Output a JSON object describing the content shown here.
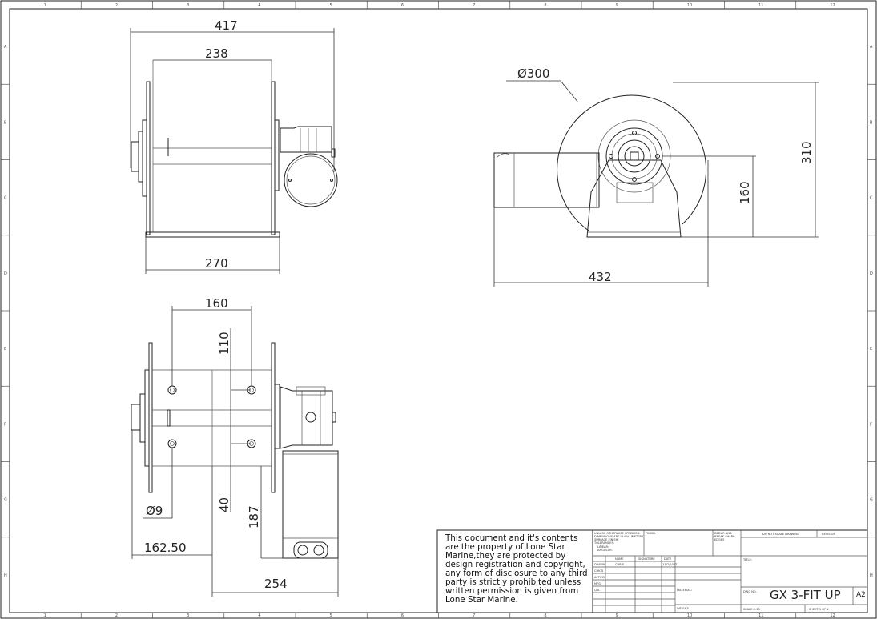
{
  "border": {
    "columns": [
      "1",
      "2",
      "3",
      "4",
      "5",
      "6",
      "7",
      "8",
      "9",
      "10",
      "11",
      "12"
    ],
    "rows": [
      "A",
      "B",
      "C",
      "D",
      "E",
      "F",
      "G",
      "H"
    ]
  },
  "dimensions": {
    "front_overall_width": "417",
    "front_drum_width": "238",
    "front_base_width": "270",
    "side_drum_diameter": "Ø300",
    "side_overall_height": "310",
    "side_shaft_height": "160",
    "side_overall_length": "432",
    "top_hole_spacing_x": "160",
    "top_hole_spacing_y": "110",
    "top_offset_40": "40",
    "top_motor_offset": "187",
    "top_hole_diameter": "Ø9",
    "top_offset_162": "162.50",
    "top_motor_length": "254"
  },
  "note": "This document and it's contents are the property of Lone Star Marine,they are protected by design registration and copyright, any form of disclosure to any third party is strictly prohibited unless written permission is given from Lone Star Marine.",
  "title_block": {
    "unless": "UNLESS OTHERWISE SPECIFIED:",
    "dims_mm": "DIMENSIONS ARE IN MILLIMETERS",
    "surface": "SURFACE FINISH:",
    "tolerances": "TOLERANCES:",
    "linear": "LINEAR:",
    "angular": "ANGULAR:",
    "finish": "FINISH:",
    "debur": "DEBUR AND",
    "break": "BREAK SHARP",
    "edges": "EDGES",
    "do_not_scale": "DO NOT SCALE DRAWING",
    "revision": "REVISION",
    "name": "NAME",
    "signature": "SIGNATURE",
    "date": "DATE",
    "drawn": "DRAWN",
    "chkd": "CHK'D",
    "appvd": "APPV'D",
    "mfg": "MFG",
    "qa": "Q.A",
    "drawn_name": "CHRIS",
    "drawn_date": "11/7/2017",
    "title": "TITLE:",
    "material": "MATERIAL:",
    "weight": "WEIGHT:",
    "dwg_no_label": "DWG NO.",
    "dwg_no": "GX 3-FIT UP",
    "size": "A2",
    "scale": "SCALE:1:10",
    "sheet": "SHEET 1 OF 1"
  }
}
